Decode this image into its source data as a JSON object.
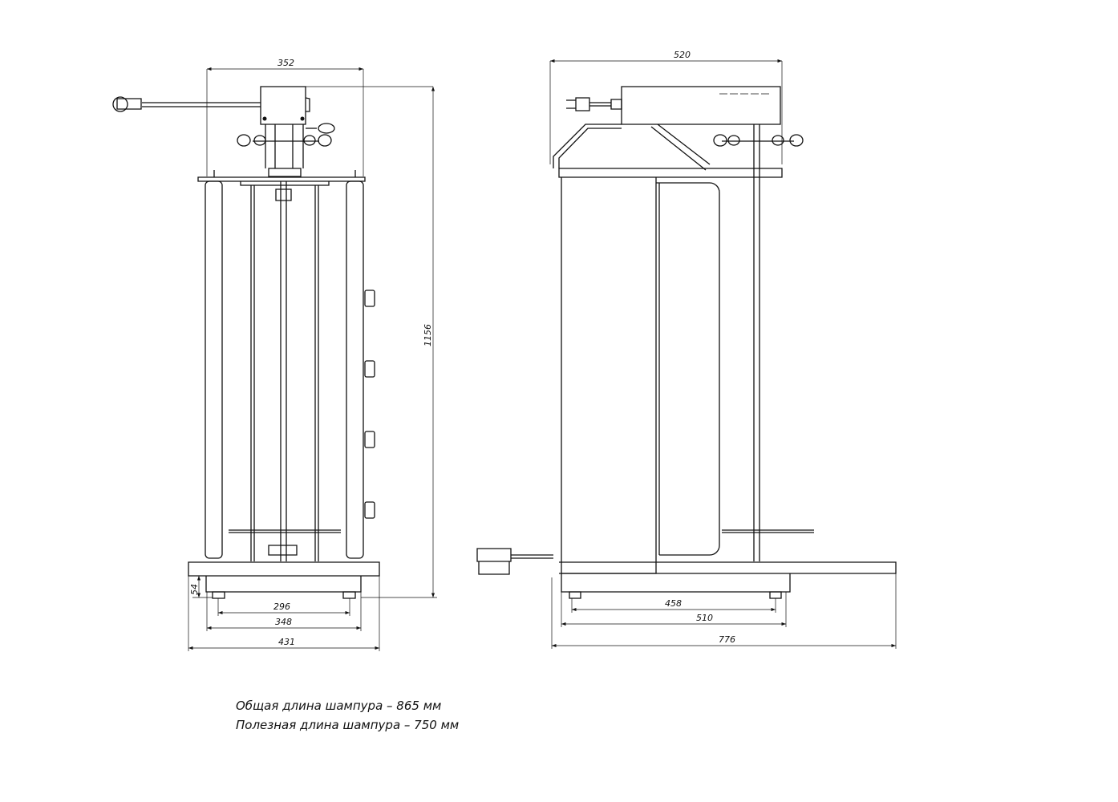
{
  "front_view": {
    "dims": {
      "top_width": "352",
      "height": "1156",
      "base_height": "54",
      "feet_inner": "296",
      "feet_outer": "348",
      "base_width": "431"
    }
  },
  "side_view": {
    "dims": {
      "top_width": "520",
      "feet_inner": "458",
      "feet_outer": "510",
      "total_length": "776"
    }
  },
  "notes": [
    "Общая длина шампура – 865 мм",
    "Полезная длина шампура – 750 мм"
  ]
}
